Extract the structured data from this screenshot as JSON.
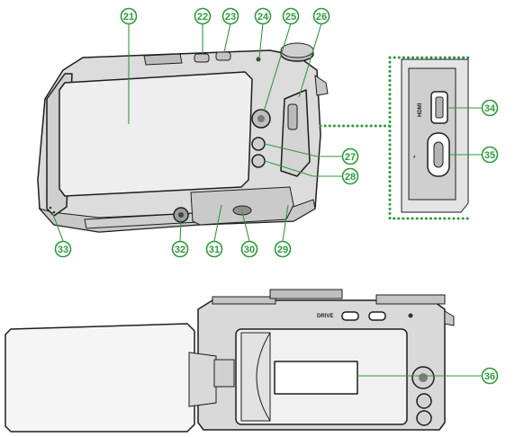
{
  "colors": {
    "accent": "#2f9a3c",
    "outline": "#1e1e1e",
    "body_light": "#d9d9d9",
    "body_mid": "#bdbdbd",
    "screen": "#e6e6e6"
  },
  "port_labels": {
    "hdmi": "HDMI",
    "drive": "DRIVE"
  },
  "callouts": [
    {
      "id": "21",
      "label": "21"
    },
    {
      "id": "22",
      "label": "22"
    },
    {
      "id": "23",
      "label": "23"
    },
    {
      "id": "24",
      "label": "24"
    },
    {
      "id": "25",
      "label": "25"
    },
    {
      "id": "26",
      "label": "26"
    },
    {
      "id": "27",
      "label": "27"
    },
    {
      "id": "28",
      "label": "28"
    },
    {
      "id": "29",
      "label": "29"
    },
    {
      "id": "30",
      "label": "30"
    },
    {
      "id": "31",
      "label": "31"
    },
    {
      "id": "32",
      "label": "32"
    },
    {
      "id": "33",
      "label": "33"
    },
    {
      "id": "34",
      "label": "34"
    },
    {
      "id": "35",
      "label": "35"
    },
    {
      "id": "36",
      "label": "36"
    }
  ],
  "icons": [
    "usb-c-port-icon",
    "hdmi-port-icon",
    "tripod-socket-icon"
  ]
}
